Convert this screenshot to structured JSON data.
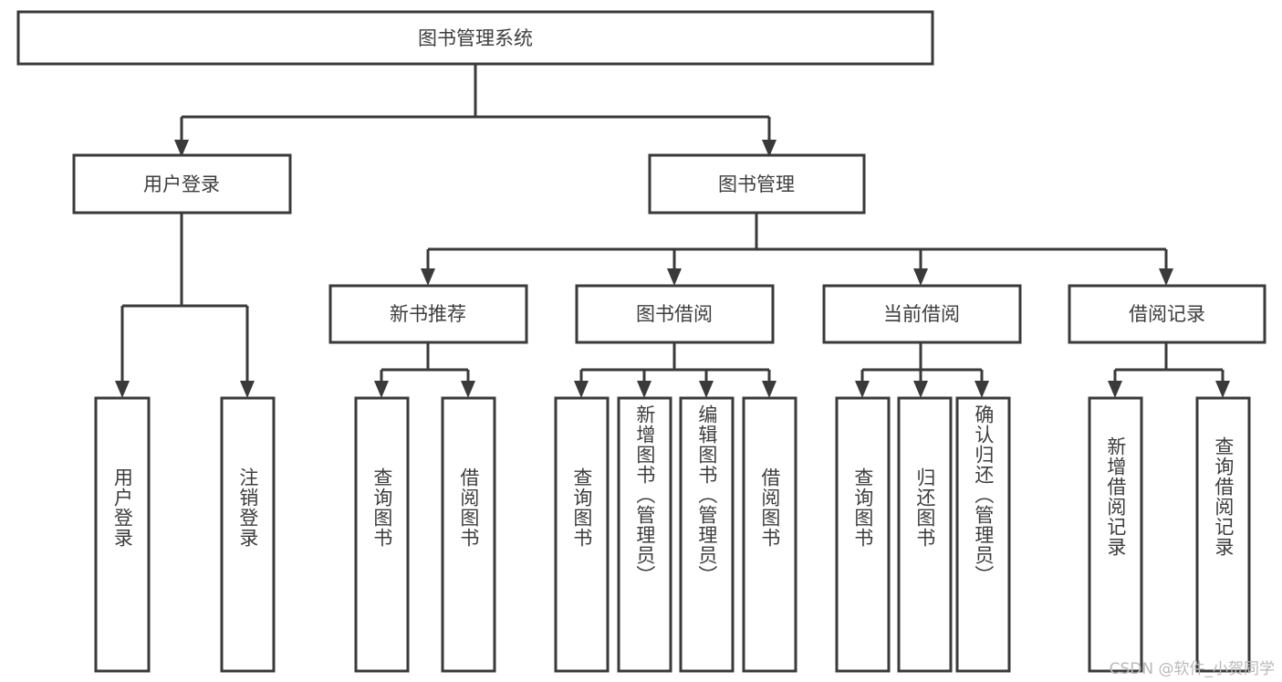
{
  "diagram": {
    "type": "hierarchy-tree",
    "title": "图书管理系统",
    "orientation": "top-down",
    "levels": 4,
    "colors": {
      "stroke": "#3a3a3a",
      "fill": "#ffffff",
      "text": "#3d3d3d",
      "background": "#ffffff",
      "watermark": "#b9b9b9"
    },
    "root": {
      "label": "图书管理系统"
    },
    "level1": [
      {
        "id": "user-login",
        "label": "用户登录"
      },
      {
        "id": "book-manage",
        "label": "图书管理"
      }
    ],
    "level2": [
      {
        "id": "new-book-recommend",
        "label": "新书推荐",
        "parent": "book-manage"
      },
      {
        "id": "book-borrow",
        "label": "图书借阅",
        "parent": "book-manage"
      },
      {
        "id": "current-borrow",
        "label": "当前借阅",
        "parent": "book-manage"
      },
      {
        "id": "borrow-record",
        "label": "借阅记录",
        "parent": "book-manage"
      }
    ],
    "leaves": [
      {
        "id": "leaf-user-login",
        "label": "用户登录",
        "parent": "user-login"
      },
      {
        "id": "leaf-logout-login",
        "label": "注销登录",
        "parent": "user-login"
      },
      {
        "id": "leaf-query-book-1",
        "label": "查询图书",
        "parent": "new-book-recommend"
      },
      {
        "id": "leaf-borrow-book-1",
        "label": "借阅图书",
        "parent": "new-book-recommend"
      },
      {
        "id": "leaf-query-book-2",
        "label": "查询图书",
        "parent": "book-borrow"
      },
      {
        "id": "leaf-add-book",
        "label": "新增图书（管理员）",
        "parent": "book-borrow"
      },
      {
        "id": "leaf-edit-book",
        "label": "编辑图书（管理员）",
        "parent": "book-borrow"
      },
      {
        "id": "leaf-borrow-book-2",
        "label": "借阅图书",
        "parent": "book-borrow"
      },
      {
        "id": "leaf-query-book-3",
        "label": "查询图书",
        "parent": "current-borrow"
      },
      {
        "id": "leaf-return-book",
        "label": "归还图书",
        "parent": "current-borrow"
      },
      {
        "id": "leaf-confirm-return",
        "label": "确认归还（管理员）",
        "parent": "current-borrow"
      },
      {
        "id": "leaf-add-record",
        "label": "新增借阅记录",
        "parent": "borrow-record"
      },
      {
        "id": "leaf-query-record",
        "label": "查询借阅记录",
        "parent": "borrow-record"
      }
    ],
    "watermark": "CSDN @软件_小贺同学"
  }
}
